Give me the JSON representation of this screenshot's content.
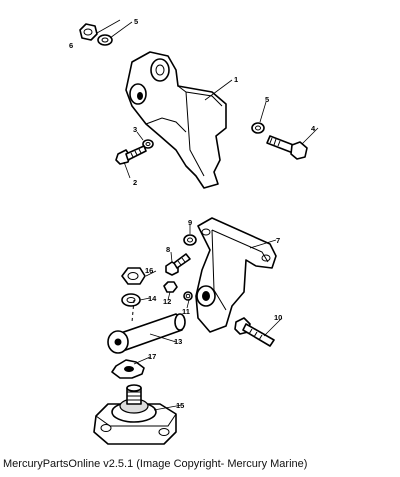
{
  "caption": "MercuryPartsOnline v2.5.1 (Image Copyright- Mercury Marine)",
  "callouts": {
    "c1": "1",
    "c2": "2",
    "c3": "3",
    "c4": "4",
    "c5a": "5",
    "c5b": "5",
    "c6": "6",
    "c7": "7",
    "c8": "8",
    "c9": "9",
    "c10": "10",
    "c11": "11",
    "c12": "12",
    "c13": "13",
    "c14": "14",
    "c15": "15",
    "c16": "16",
    "c17": "17"
  }
}
